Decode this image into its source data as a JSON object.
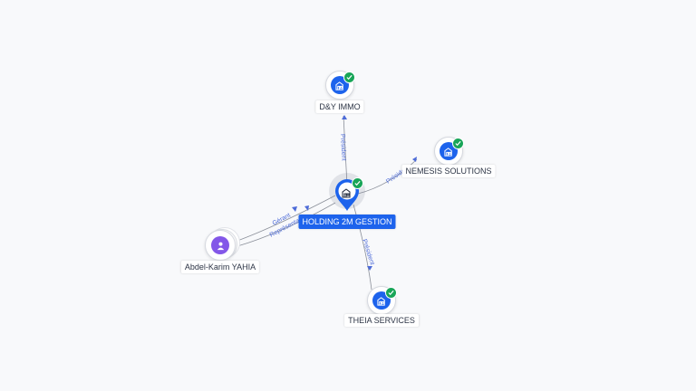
{
  "graph": {
    "nodes": [
      {
        "id": "holding",
        "label": "HOLDING 2M GESTION",
        "kind": "company",
        "main": true,
        "verified": true
      },
      {
        "id": "dy",
        "label": "D&Y IMMO",
        "kind": "company",
        "verified": true
      },
      {
        "id": "nemesis",
        "label": "NEMESIS SOLUTIONS",
        "kind": "company",
        "verified": true
      },
      {
        "id": "theia",
        "label": "THEIA SERVICES",
        "kind": "company",
        "verified": true
      },
      {
        "id": "abdel",
        "label": "Abdel-Karim YAHIA",
        "kind": "person",
        "verified": false
      }
    ],
    "edges": [
      {
        "from": "holding",
        "to": "dy",
        "label": "Président"
      },
      {
        "from": "holding",
        "to": "nemesis",
        "label": "Président"
      },
      {
        "from": "holding",
        "to": "theia",
        "label": "Président"
      },
      {
        "from": "abdel",
        "to": "holding",
        "label": "Gérant"
      },
      {
        "from": "abdel",
        "to": "holding",
        "label": "Représentant"
      }
    ],
    "icons": {
      "company": "building-icon",
      "person": "person-icon",
      "verified": "check-icon"
    },
    "colors": {
      "accent": "#1d63ec",
      "person": "#8357e8",
      "verified": "#18a558",
      "edge": "#8a8f99",
      "edge_label": "#4d6bd8"
    }
  }
}
